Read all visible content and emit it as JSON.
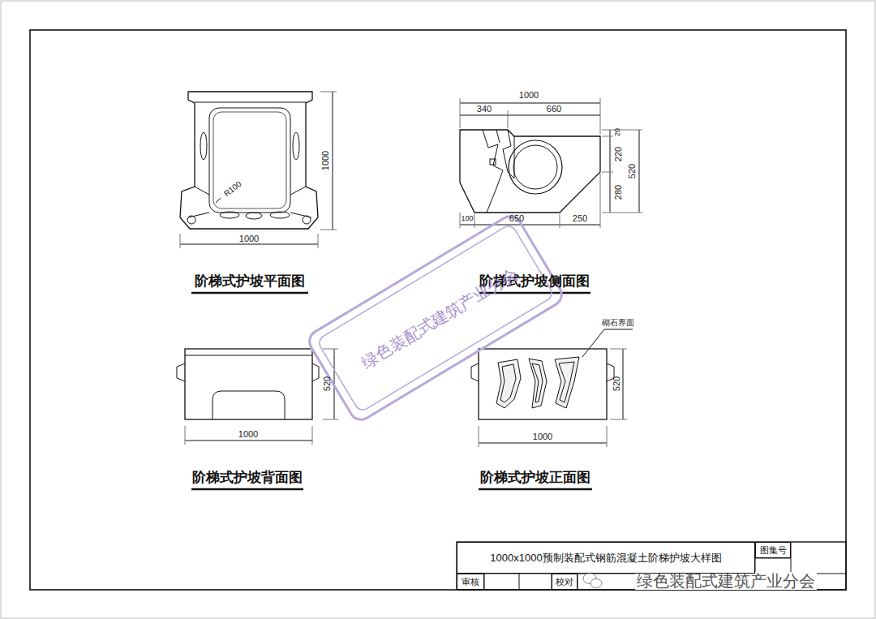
{
  "diagram": {
    "nodes": [
      {
        "text": [
          "1000x1000预制装配式钢筋混凝土阶梯护坡大样图"
        ]
      },
      {
        "text": [
          "图集号"
        ]
      },
      {
        "text": [
          "审核"
        ]
      },
      {
        "text": [
          "校对"
        ]
      }
    ],
    "labels": [
      "R100",
      "1000",
      "1000",
      "阶梯式护坡平面图",
      "1000",
      "340",
      "660",
      "20",
      "220",
      "520",
      "280",
      "100",
      "650",
      "250",
      "阶梯式护坡侧面图",
      "520",
      "1000",
      "阶梯式护坡背面图",
      "砌石界面",
      "520",
      "1000",
      "阶梯式护坡正面图",
      "绿色装配式建筑产业分会",
      "绿色装配式建筑产业分会"
    ]
  }
}
